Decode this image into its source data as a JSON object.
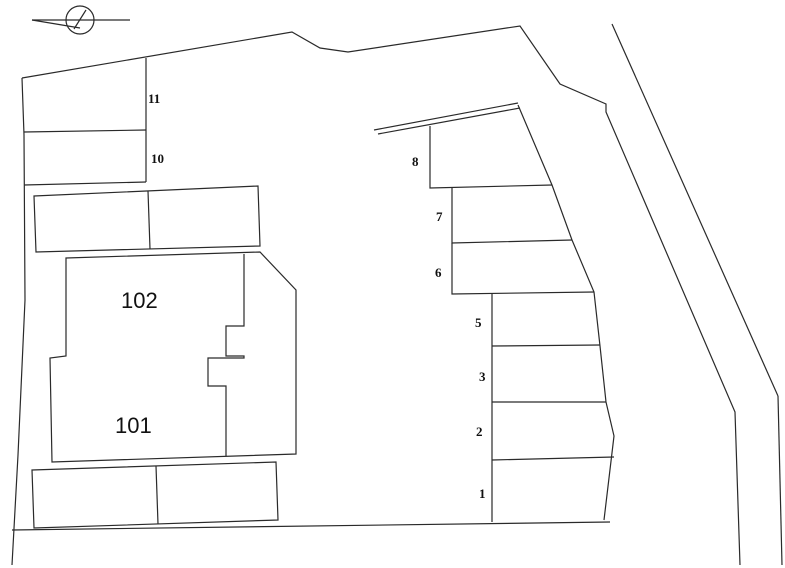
{
  "spaces": {
    "s1": "1",
    "s2": "2",
    "s3": "3",
    "s5": "5",
    "s6": "6",
    "s7": "7",
    "s8": "8",
    "s10": "10",
    "s11": "11"
  },
  "units": {
    "u101": "101",
    "u102": "102"
  },
  "compass": {
    "icon": "north-arrow-icon"
  }
}
